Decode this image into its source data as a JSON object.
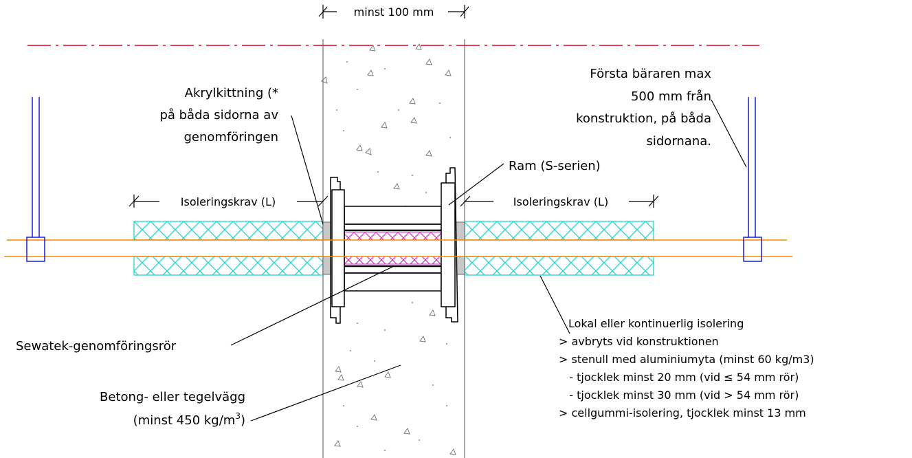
{
  "labels": {
    "width_dim": "minst 100 mm",
    "acrylic": [
      "Akrylkittning (*",
      "på båda sidorna av",
      "genomföringen"
    ],
    "first_carrier": [
      "Första bäraren max",
      "500 mm från",
      "konstruktion, på båda",
      "sidornana."
    ],
    "frame": "Ram (S-serien)",
    "insul_left": "Isoleringskrav (L)",
    "insul_right": "Isoleringskrav (L)",
    "sleeve": "Sewatek-genomföringsrör",
    "wall_1": "Betong- eller tegelvägg",
    "wall_2_pre": "(minst 450 kg/m",
    "wall_2_sup": "3",
    "wall_2_post": ")",
    "insulation_notes": [
      "Lokal eller kontinuerlig isolering",
      "> avbryts vid konstruktionen",
      "> stenull med aluminiumyta (minst 60 kg/m3)",
      "   - tjocklek minst 20 mm (vid ≤ 54 mm rör)",
      "   - tjocklek minst 30 mm (vid > 54 mm rör)",
      "> cellgummi-isolering, tjocklek minst 13 mm"
    ]
  },
  "colors": {
    "centerline": "#e0001b",
    "pipe": "#f08a00",
    "insulation": "#22d3d3",
    "sealant": "#d633d6",
    "support": "#1a1ad9",
    "wall_edge": "#8c8c8c",
    "kit": "#c8c8c8"
  }
}
